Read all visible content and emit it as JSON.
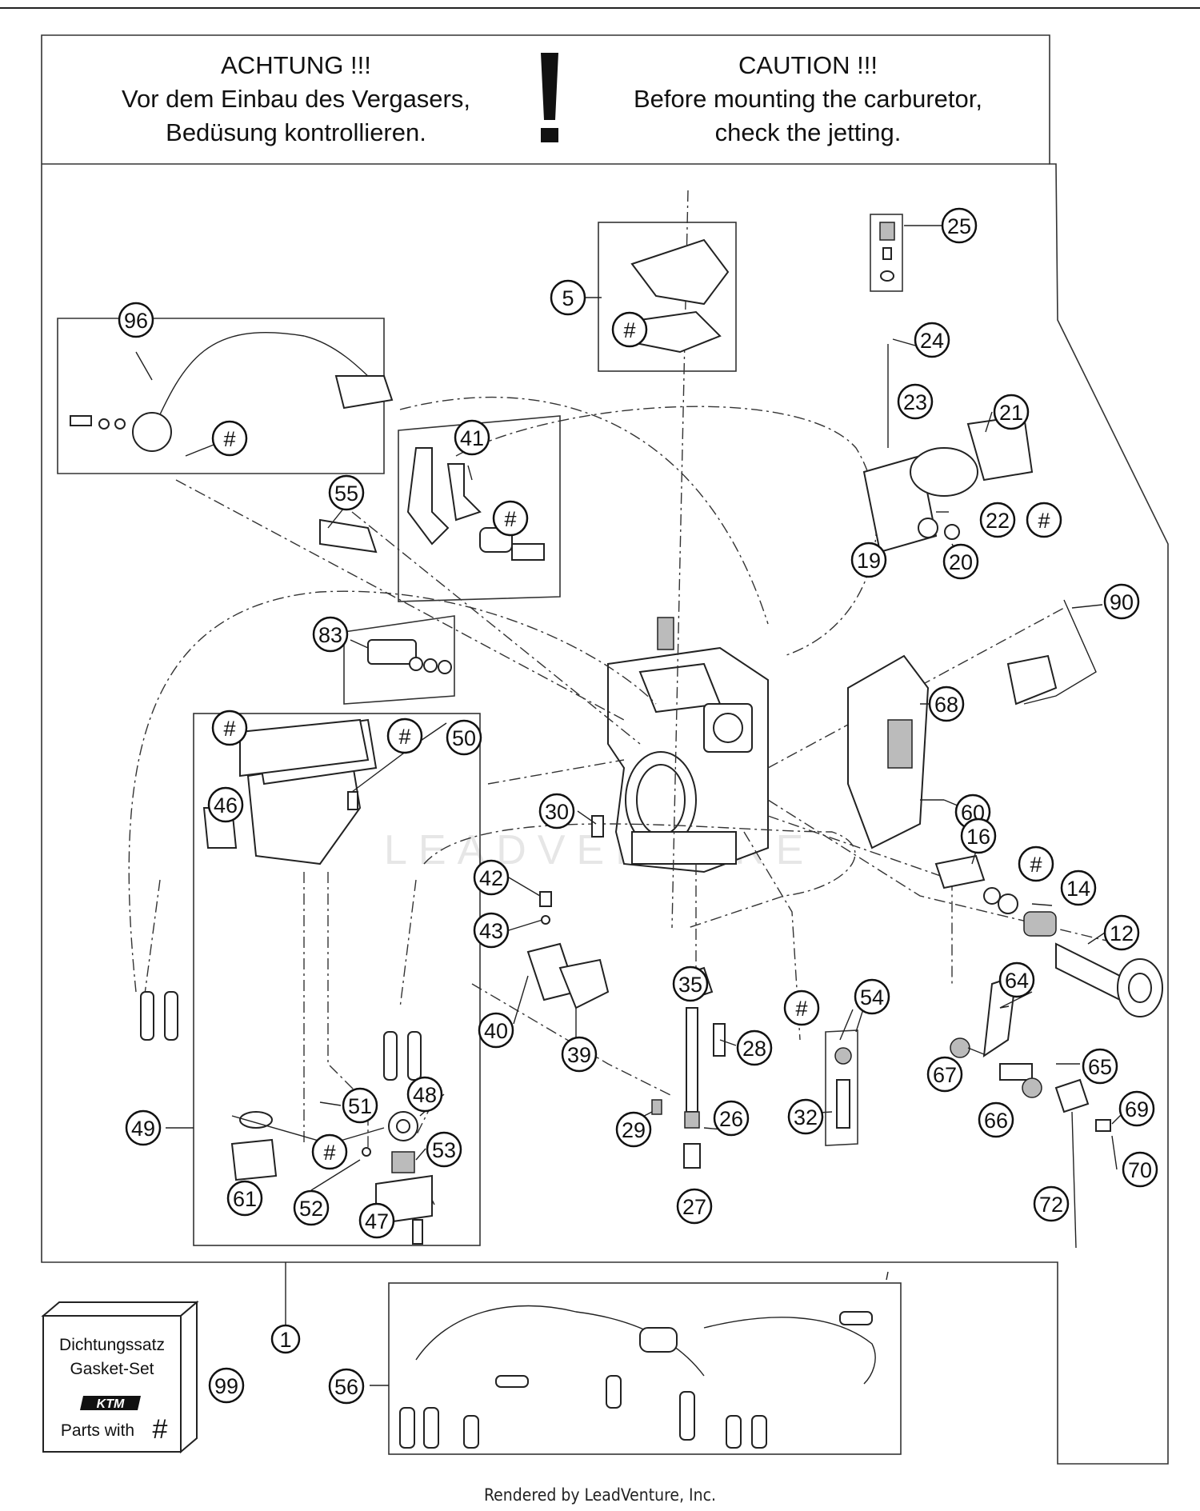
{
  "caution": {
    "de_title": "ACHTUNG !!!",
    "de_line1": "Vor dem Einbau des Vergasers,",
    "de_line2": "Bedüsung kontrollieren.",
    "en_title": "CAUTION !!!",
    "en_line1": "Before mounting the carburetor,",
    "en_line2": "check the jetting."
  },
  "callouts": [
    {
      "label": "5"
    },
    {
      "label": "#"
    },
    {
      "label": "25"
    },
    {
      "label": "24"
    },
    {
      "label": "96"
    },
    {
      "label": "#"
    },
    {
      "label": "23"
    },
    {
      "label": "21"
    },
    {
      "label": "41"
    },
    {
      "label": "55"
    },
    {
      "label": "#"
    },
    {
      "label": "22"
    },
    {
      "label": "#"
    },
    {
      "label": "19"
    },
    {
      "label": "20"
    },
    {
      "label": "90"
    },
    {
      "label": "83"
    },
    {
      "label": "68"
    },
    {
      "label": "#"
    },
    {
      "label": "#"
    },
    {
      "label": "50"
    },
    {
      "label": "46"
    },
    {
      "label": "60"
    },
    {
      "label": "30"
    },
    {
      "label": "16"
    },
    {
      "label": "#"
    },
    {
      "label": "42"
    },
    {
      "label": "14"
    },
    {
      "label": "43"
    },
    {
      "label": "12"
    },
    {
      "label": "35"
    },
    {
      "label": "64"
    },
    {
      "label": "#"
    },
    {
      "label": "54"
    },
    {
      "label": "40"
    },
    {
      "label": "28"
    },
    {
      "label": "39"
    },
    {
      "label": "67"
    },
    {
      "label": "65"
    },
    {
      "label": "48"
    },
    {
      "label": "51"
    },
    {
      "label": "49"
    },
    {
      "label": "69"
    },
    {
      "label": "29"
    },
    {
      "label": "26"
    },
    {
      "label": "32"
    },
    {
      "label": "66"
    },
    {
      "label": "#"
    },
    {
      "label": "53"
    },
    {
      "label": "61"
    },
    {
      "label": "52"
    },
    {
      "label": "47"
    },
    {
      "label": "70"
    },
    {
      "label": "27"
    },
    {
      "label": "72"
    },
    {
      "label": "1"
    },
    {
      "label": "99"
    },
    {
      "label": "56"
    }
  ],
  "gasket_kit": {
    "line1": "Dichtungssatz",
    "line2": "Gasket-Set",
    "brand": "KTM",
    "line3": "Parts with",
    "symbol": "#"
  },
  "watermark": "LEADVENTURE",
  "footer": "Rendered by LeadVenture, Inc."
}
